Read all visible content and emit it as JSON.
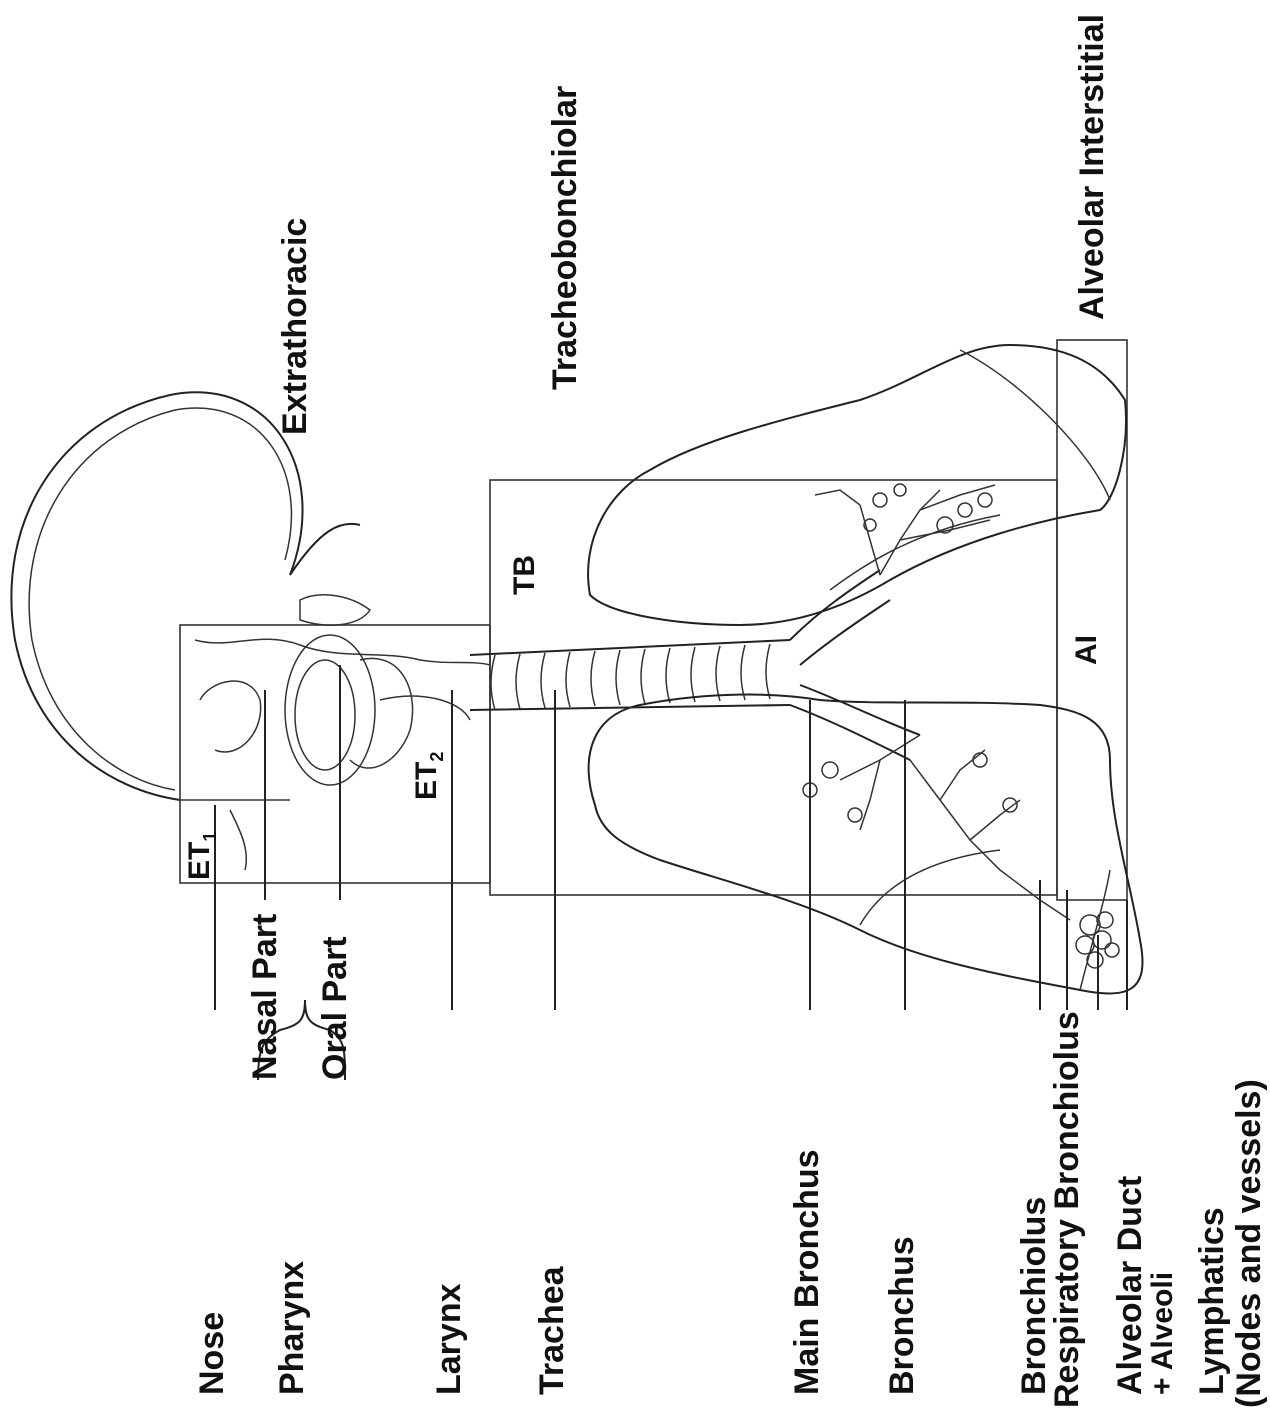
{
  "regions": {
    "extrathoracic": "Extrathoracic",
    "tracheobronchiolar": "Tracheobonchiolar",
    "alveolar_interstitial": "Alveolar Interstitial"
  },
  "codes": {
    "et1_main": "ET",
    "et1_sub": "1",
    "et2_main": "ET",
    "et2_sub": "2",
    "tb": "TB",
    "ai": "AI"
  },
  "labels": {
    "nose": "Nose",
    "pharynx": "Pharynx",
    "nasal_part": "Nasal Part",
    "oral_part": "Oral Part",
    "larynx": "Larynx",
    "trachea": "Trachea",
    "main_bronchus": "Main Bronchus",
    "bronchus": "Bronchus",
    "bronchiolus": "Bronchiolus",
    "respiratory_bronchiolus": "Respiratory Bronchiolus",
    "alveolar_duct": "Alveolar Duct",
    "alveoli": "+ Alveoli",
    "lymphatics": "Lymphatics",
    "nodes_vessels": "(Nodes and vessels)"
  },
  "colors": {
    "ink": "#111111",
    "line": "#222222",
    "background": "#ffffff"
  }
}
